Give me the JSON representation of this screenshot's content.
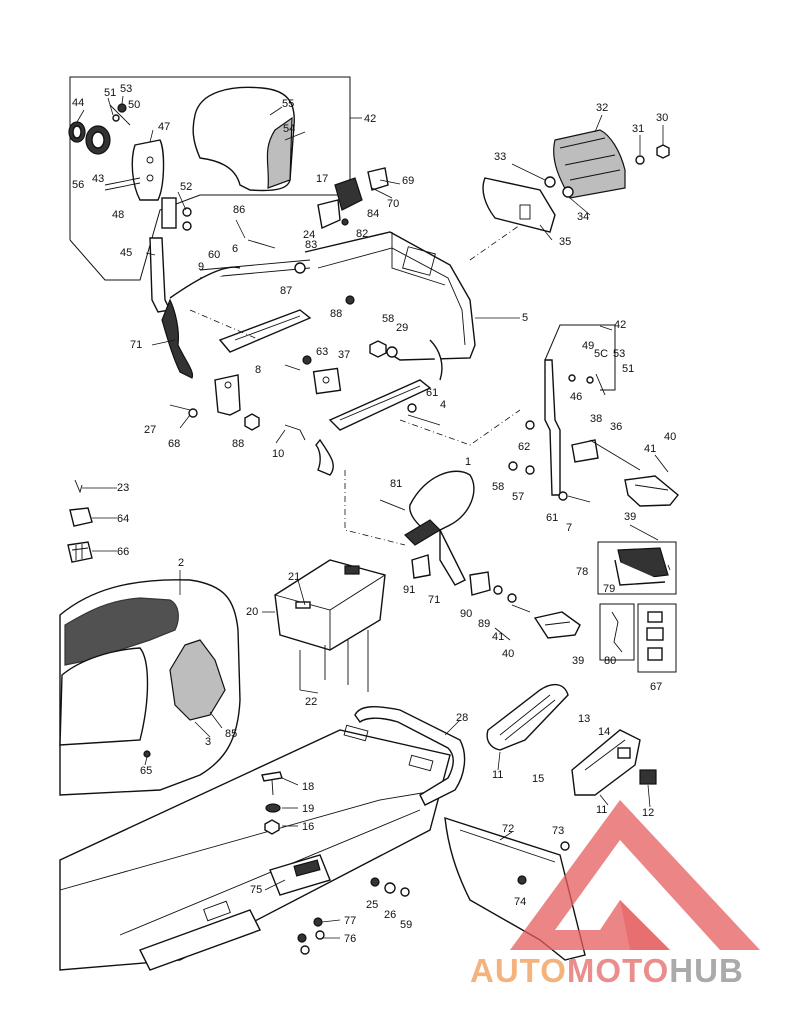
{
  "diagram": {
    "callouts": [
      {
        "id": "c44",
        "text": "44"
      },
      {
        "id": "c51",
        "text": "51"
      },
      {
        "id": "c53a",
        "text": "53"
      },
      {
        "id": "c50a",
        "text": "50"
      },
      {
        "id": "c47",
        "text": "47"
      },
      {
        "id": "c55",
        "text": "55"
      },
      {
        "id": "c54",
        "text": "54"
      },
      {
        "id": "c42a",
        "text": "42"
      },
      {
        "id": "c56",
        "text": "56"
      },
      {
        "id": "c43",
        "text": "43"
      },
      {
        "id": "c48",
        "text": "48"
      },
      {
        "id": "c52",
        "text": "52"
      },
      {
        "id": "c45",
        "text": "45"
      },
      {
        "id": "c86",
        "text": "86"
      },
      {
        "id": "c60",
        "text": "60"
      },
      {
        "id": "c9",
        "text": "9"
      },
      {
        "id": "c6",
        "text": "6"
      },
      {
        "id": "c17",
        "text": "17"
      },
      {
        "id": "c24",
        "text": "24"
      },
      {
        "id": "c84",
        "text": "84"
      },
      {
        "id": "c82",
        "text": "82"
      },
      {
        "id": "c69",
        "text": "69"
      },
      {
        "id": "c70",
        "text": "70"
      },
      {
        "id": "c83",
        "text": "83"
      },
      {
        "id": "c87",
        "text": "87"
      },
      {
        "id": "c88a",
        "text": "88"
      },
      {
        "id": "c32",
        "text": "32"
      },
      {
        "id": "c30",
        "text": "30"
      },
      {
        "id": "c31",
        "text": "31"
      },
      {
        "id": "c33",
        "text": "33"
      },
      {
        "id": "c34",
        "text": "34"
      },
      {
        "id": "c35",
        "text": "35"
      },
      {
        "id": "c5",
        "text": "5"
      },
      {
        "id": "c71a",
        "text": "71"
      },
      {
        "id": "c8",
        "text": "8"
      },
      {
        "id": "c63",
        "text": "63"
      },
      {
        "id": "c37",
        "text": "37"
      },
      {
        "id": "c58a",
        "text": "58"
      },
      {
        "id": "c29",
        "text": "29"
      },
      {
        "id": "c27",
        "text": "27"
      },
      {
        "id": "c68",
        "text": "68"
      },
      {
        "id": "c88b",
        "text": "88"
      },
      {
        "id": "c10",
        "text": "10"
      },
      {
        "id": "c61a",
        "text": "61"
      },
      {
        "id": "c4",
        "text": "4"
      },
      {
        "id": "c42b",
        "text": "42"
      },
      {
        "id": "c49",
        "text": "49"
      },
      {
        "id": "c50b",
        "text": "5C"
      },
      {
        "id": "c53b",
        "text": "53"
      },
      {
        "id": "c51b",
        "text": "51"
      },
      {
        "id": "c46",
        "text": "46"
      },
      {
        "id": "c38",
        "text": "38"
      },
      {
        "id": "c36",
        "text": "36"
      },
      {
        "id": "c62",
        "text": "62"
      },
      {
        "id": "c41a",
        "text": "41"
      },
      {
        "id": "c40a",
        "text": "40"
      },
      {
        "id": "c58b",
        "text": "58"
      },
      {
        "id": "c57",
        "text": "57"
      },
      {
        "id": "c61b",
        "text": "61"
      },
      {
        "id": "c7",
        "text": "7"
      },
      {
        "id": "c39a",
        "text": "39"
      },
      {
        "id": "c1",
        "text": "1"
      },
      {
        "id": "c81",
        "text": "81"
      },
      {
        "id": "c23",
        "text": "23"
      },
      {
        "id": "c64",
        "text": "64"
      },
      {
        "id": "c66",
        "text": "66"
      },
      {
        "id": "c2",
        "text": "2"
      },
      {
        "id": "c21",
        "text": "21"
      },
      {
        "id": "c20",
        "text": "20"
      },
      {
        "id": "c22",
        "text": "22"
      },
      {
        "id": "c91",
        "text": "91"
      },
      {
        "id": "c71b",
        "text": "71"
      },
      {
        "id": "c90",
        "text": "90"
      },
      {
        "id": "c89",
        "text": "89"
      },
      {
        "id": "c41b",
        "text": "41"
      },
      {
        "id": "c40b",
        "text": "40"
      },
      {
        "id": "c39b",
        "text": "39"
      },
      {
        "id": "c78",
        "text": "78"
      },
      {
        "id": "c79",
        "text": "79"
      },
      {
        "id": "c80",
        "text": "80"
      },
      {
        "id": "c67",
        "text": "67"
      },
      {
        "id": "c3",
        "text": "3"
      },
      {
        "id": "c85",
        "text": "85"
      },
      {
        "id": "c65",
        "text": "65"
      },
      {
        "id": "c28",
        "text": "28"
      },
      {
        "id": "c18",
        "text": "18"
      },
      {
        "id": "c19",
        "text": "19"
      },
      {
        "id": "c16",
        "text": "16"
      },
      {
        "id": "c11a",
        "text": "11"
      },
      {
        "id": "c13",
        "text": "13"
      },
      {
        "id": "c14",
        "text": "14"
      },
      {
        "id": "c15",
        "text": "15"
      },
      {
        "id": "c11b",
        "text": "11"
      },
      {
        "id": "c12",
        "text": "12"
      },
      {
        "id": "c72",
        "text": "72"
      },
      {
        "id": "c73",
        "text": "73"
      },
      {
        "id": "c75",
        "text": "75"
      },
      {
        "id": "c25",
        "text": "25"
      },
      {
        "id": "c26",
        "text": "26"
      },
      {
        "id": "c59",
        "text": "59"
      },
      {
        "id": "c74",
        "text": "74"
      },
      {
        "id": "c77",
        "text": "77"
      },
      {
        "id": "c76",
        "text": "76"
      }
    ]
  },
  "watermark": {
    "part1": "AUTO",
    "part2": "MOTO",
    "part3": "HUB",
    "colors": {
      "auto": "#f4b27c",
      "moto": "#e98d8d",
      "hub": "#aaaaaa",
      "logo": "#e65c5c"
    }
  }
}
